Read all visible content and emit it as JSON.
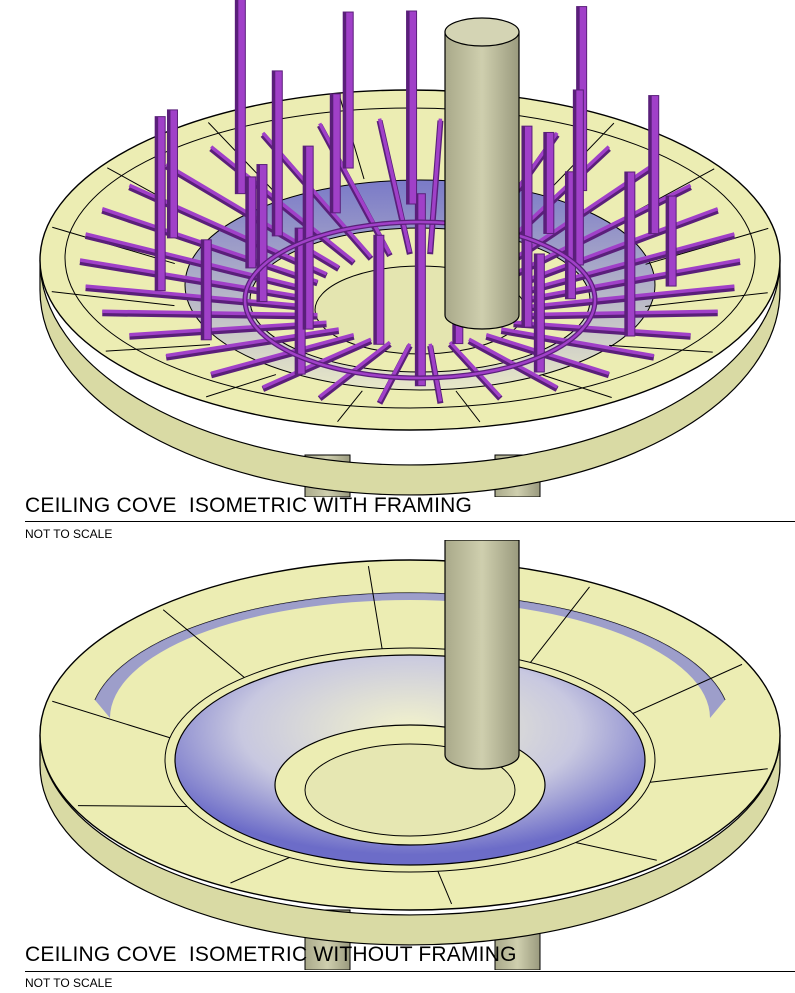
{
  "colors": {
    "surface": "#ecedb3",
    "surface_shadow": "#d2d3a0",
    "cove_shade": "#8080c8",
    "column": "#c7c7a3",
    "column_dark": "#9c9c80",
    "framing": "#a040c8",
    "framing_dark": "#5a1f7a",
    "line": "#000000"
  },
  "figures": [
    {
      "title": "CEILING COVE  ISOMETRIC WITH FRAMING",
      "subtitle": "NOT TO SCALE",
      "shows_framing": true
    },
    {
      "title": "CEILING COVE  ISOMETRIC WITHOUT FRAMING",
      "subtitle": "NOT TO SCALE",
      "shows_framing": false
    }
  ]
}
